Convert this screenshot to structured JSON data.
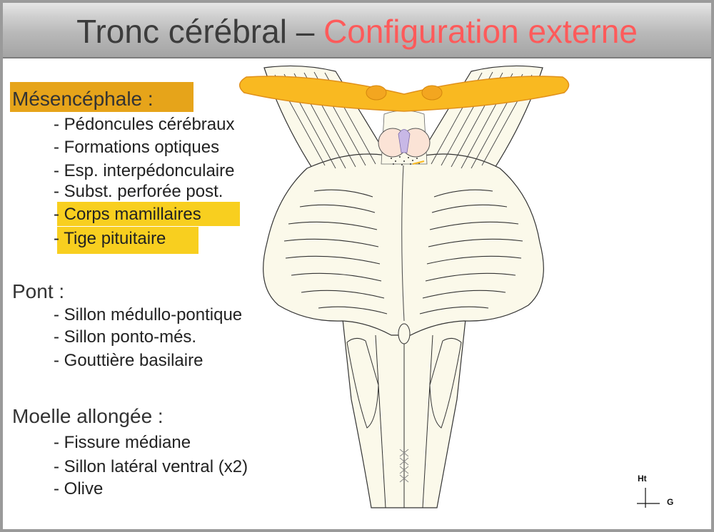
{
  "title": {
    "part1": "Tronc cérébral – ",
    "part2": "Configuration externe"
  },
  "sections": {
    "mesencephale": {
      "heading": "Mésencéphale :",
      "items": [
        "- Pédoncules cérébraux",
        "- Formations optiques",
        "- Esp. interpédonculaire",
        "- Subst. perforée post.",
        "- Corps mamillaires",
        "- Tige pituitaire"
      ]
    },
    "pont": {
      "heading": "Pont :",
      "items": [
        "- Sillon médullo-pontique",
        "- Sillon ponto-més.",
        "- Gouttière basilaire"
      ]
    },
    "moelle": {
      "heading": "Moelle allongée :",
      "items": [
        "- Fissure médiane",
        "- Sillon latéral ventral (x2)",
        "- Olive"
      ]
    }
  },
  "compass": {
    "up": "Ht",
    "right": "G"
  },
  "colors": {
    "highlight_yellow": "#f8cf1f",
    "highlight_dark": "#e6a41a",
    "title_accent": "#ff5a5a",
    "optic_orange": "#f9b921"
  }
}
